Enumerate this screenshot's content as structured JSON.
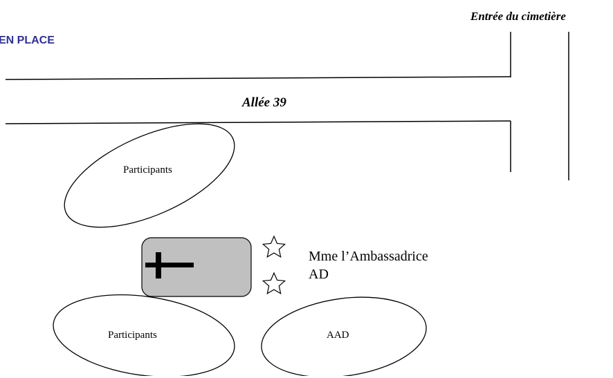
{
  "title": "EN PLACE",
  "title_color": "#2e3192",
  "entrance_label": "Entrée du cimetière",
  "alley_label": "Allée 39",
  "groups": {
    "participants_top": "Participants",
    "participants_bottom": "Participants",
    "aad": "AAD"
  },
  "guests": {
    "ambassador": "Mme l’Ambassadrice",
    "ad": "AD"
  },
  "grave": {
    "fill": "#c0c0c0",
    "symbol": "cross-icon"
  },
  "markers": [
    "star-icon",
    "star-icon"
  ]
}
